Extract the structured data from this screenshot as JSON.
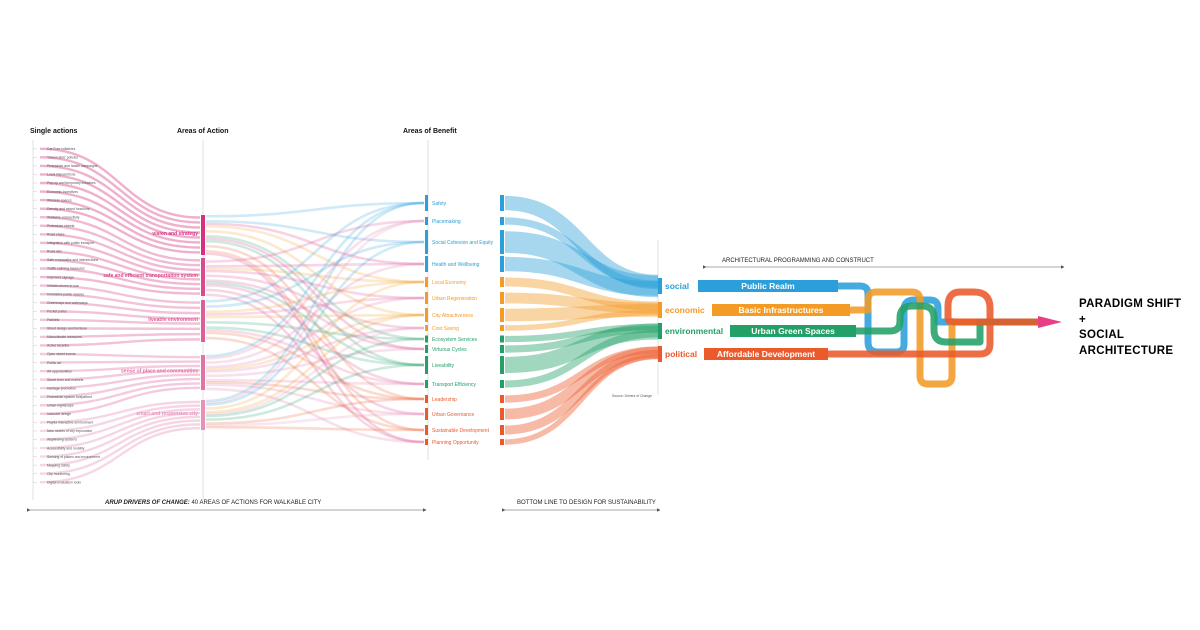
{
  "headers": {
    "single_actions": "Single actions",
    "areas_of_action": "Areas of Action",
    "areas_of_benefit": "Areas of Benefit"
  },
  "single_actions": [
    "Car Free initiatives",
    "\"Green skin\" policies",
    "Pedestrian and health campaigns",
    "Local interventions",
    "Pop-up and temporary initiatives",
    "Economic incentives",
    "Wireless spaces",
    "Density and mixed functions",
    "Walkable connectivity",
    "Pedestrian streets",
    "Road share",
    "Integration with public transport",
    "Road diet",
    "Safe crosswalks and intersections",
    "Traffic calming measures",
    "Improved signage",
    "Infrastructures to use",
    "Innovative public spaces",
    "Greenways and waterways",
    "Pocket parks",
    "Parklets",
    "Street design and furniture",
    "Microclimate measures",
    "Active facades",
    "Open street events",
    "Public art",
    "Art opportunities",
    "Street form and markets",
    "Heritage promotion",
    "Pedestrian spaces footpathed",
    "Urban nightscape",
    "Inclusive design",
    "Playful interactive environment",
    "New modes of city exploration",
    "Wayfinding systems",
    "Accessibility and mobility",
    "Sensing of places and environment",
    "Mapping safety",
    "City monitoring",
    "Digital evaluation tools"
  ],
  "areas_of_action": [
    {
      "label": "vision and strategy",
      "color": "#d6307f"
    },
    {
      "label": "safe and efficient transportation system",
      "color": "#d94a8e"
    },
    {
      "label": "liveable environment",
      "color": "#dc5f9a"
    },
    {
      "label": "sense of place and communities",
      "color": "#df74a7"
    },
    {
      "label": "smart and responsive city",
      "color": "#e592bb"
    }
  ],
  "areas_of_benefit": [
    {
      "label": "Safety",
      "group": "social"
    },
    {
      "label": "Placemaking",
      "group": "social"
    },
    {
      "label": "Social Cohesion and Equity",
      "group": "social"
    },
    {
      "label": "Health and Wellbeing",
      "group": "social"
    },
    {
      "label": "Local Economy",
      "group": "economic"
    },
    {
      "label": "Urban Regeneration",
      "group": "economic"
    },
    {
      "label": "City Attractiveness",
      "group": "economic"
    },
    {
      "label": "Cost Saving",
      "group": "economic"
    },
    {
      "label": "Ecosystem Services",
      "group": "environmental"
    },
    {
      "label": "Virtuous Cycles",
      "group": "environmental"
    },
    {
      "label": "Liveability",
      "group": "environmental"
    },
    {
      "label": "Transport Efficiency",
      "group": "environmental"
    },
    {
      "label": "Leadership",
      "group": "political"
    },
    {
      "label": "Urban Governance",
      "group": "political"
    },
    {
      "label": "Sustainable Development",
      "group": "political"
    },
    {
      "label": "Planning Opportunity",
      "group": "political"
    }
  ],
  "pillars": [
    {
      "key": "social",
      "label": "social",
      "box": "Public Realm",
      "color": "#2b9fd9"
    },
    {
      "key": "economic",
      "label": "economic",
      "box": "Basic Infrastructures",
      "color": "#f39b25"
    },
    {
      "key": "environmental",
      "label": "environmental",
      "box": "Urban Green Spaces",
      "color": "#22a067"
    },
    {
      "key": "political",
      "label": "political",
      "box": "Affordable Development",
      "color": "#eb5a2a"
    }
  ],
  "captions": {
    "arup_bold": "ARUP DRIVERS OF CHANGE:",
    "arup_rest": " 40 AREAS OF ACTIONS FOR WALKABLE CITY",
    "bottom_line": "BOTTOM LINE TO DESIGN FOR  SUSTAINABILITY",
    "architectural": "ARCHITECTURAL PROGRAMMING AND CONSTRUCT",
    "source": "Source: Drivers of Change"
  },
  "paradigm": {
    "line1": "PARADIGM SHIFT",
    "line2": "+",
    "line3": "SOCIAL",
    "line4": "ARCHITECTURE"
  }
}
